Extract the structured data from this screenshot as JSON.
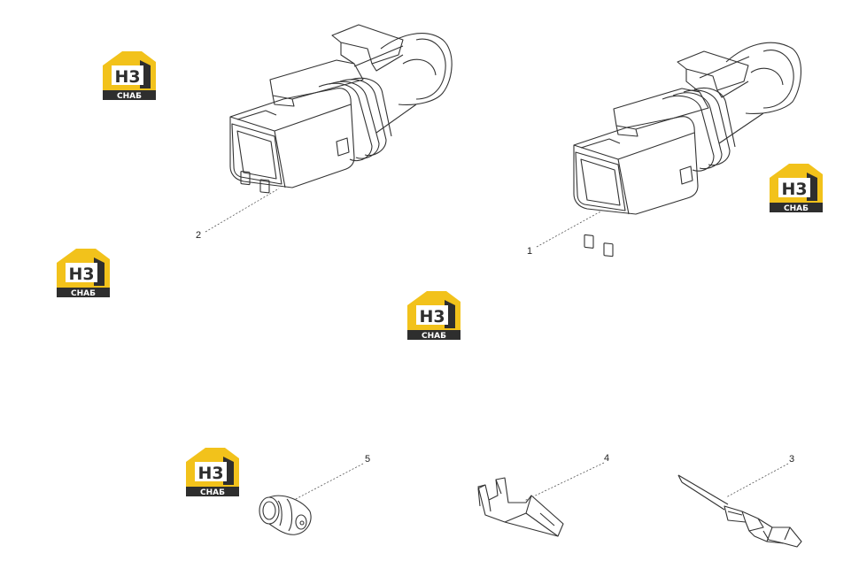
{
  "callouts": {
    "c1": "1",
    "c2": "2",
    "c3": "3",
    "c4": "4",
    "c5": "5"
  },
  "logo": {
    "letters": "H3",
    "caption": "СНАБ",
    "accent": "#f2c21b",
    "dark": "#2e2e2e"
  },
  "colors": {
    "line": "#333333",
    "leader": "#555555"
  }
}
